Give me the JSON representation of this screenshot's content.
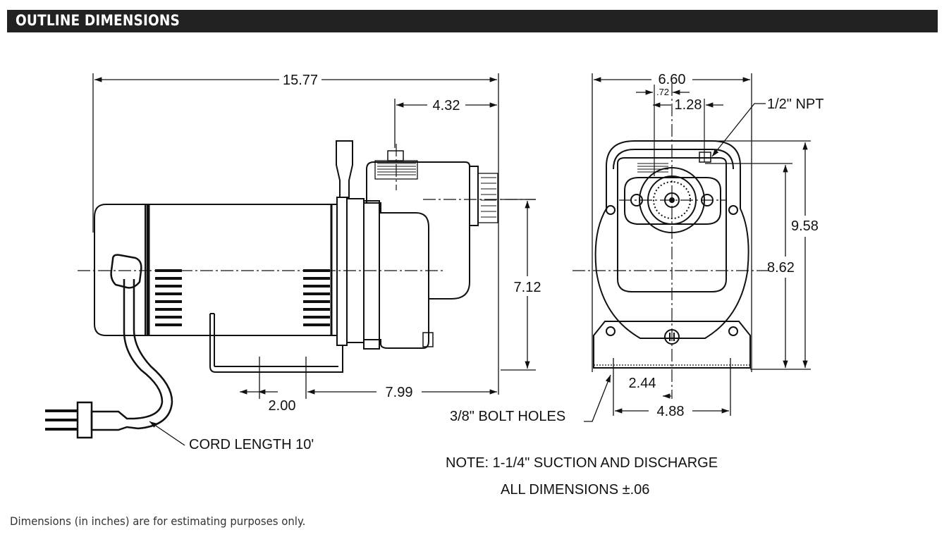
{
  "header": {
    "title": "OUTLINE DIMENSIONS"
  },
  "side_view": {
    "overall_length": "15.77",
    "discharge_offset": "4.32",
    "height_to_suction": "7.12",
    "base_hole_spacing": "2.00",
    "hole_to_end": "7.99",
    "cord_label": "CORD LENGTH 10'"
  },
  "front_view": {
    "overall_width": "6.60",
    "small_offset": ".72",
    "port_offset": "1.28",
    "npt_label": "1/2\" NPT",
    "overall_height": "9.58",
    "center_height": "8.62",
    "half_hole_spacing": "2.44",
    "hole_spacing": "4.88",
    "bolt_label": "3/8\" BOLT HOLES"
  },
  "notes": {
    "line1": "NOTE: 1-1/4\" SUCTION AND DISCHARGE",
    "line2": "ALL DIMENSIONS ±.06"
  },
  "footnote": "Dimensions (in inches) are for estimating purposes only.",
  "colors": {
    "header_bg": "#222222",
    "header_text": "#ffffff",
    "line": "#111111"
  }
}
